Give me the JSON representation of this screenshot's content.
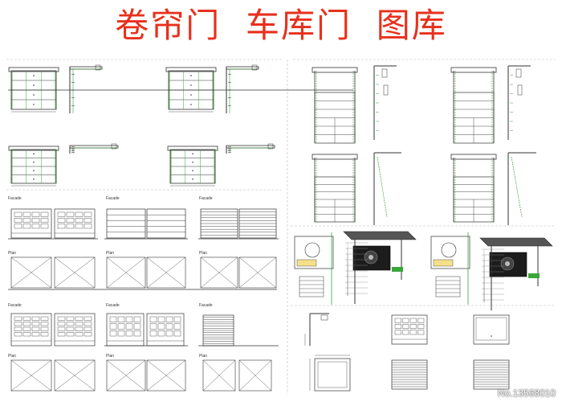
{
  "title": "卷帘门  车库门  图库",
  "labels": {
    "facade": "Facade",
    "plan": "Plan"
  },
  "watermark": "No.13568010",
  "colors": {
    "title": "#e8301c",
    "line": "#333333",
    "accent_green": "#3aa63a",
    "divider": "#bbbbbb"
  }
}
